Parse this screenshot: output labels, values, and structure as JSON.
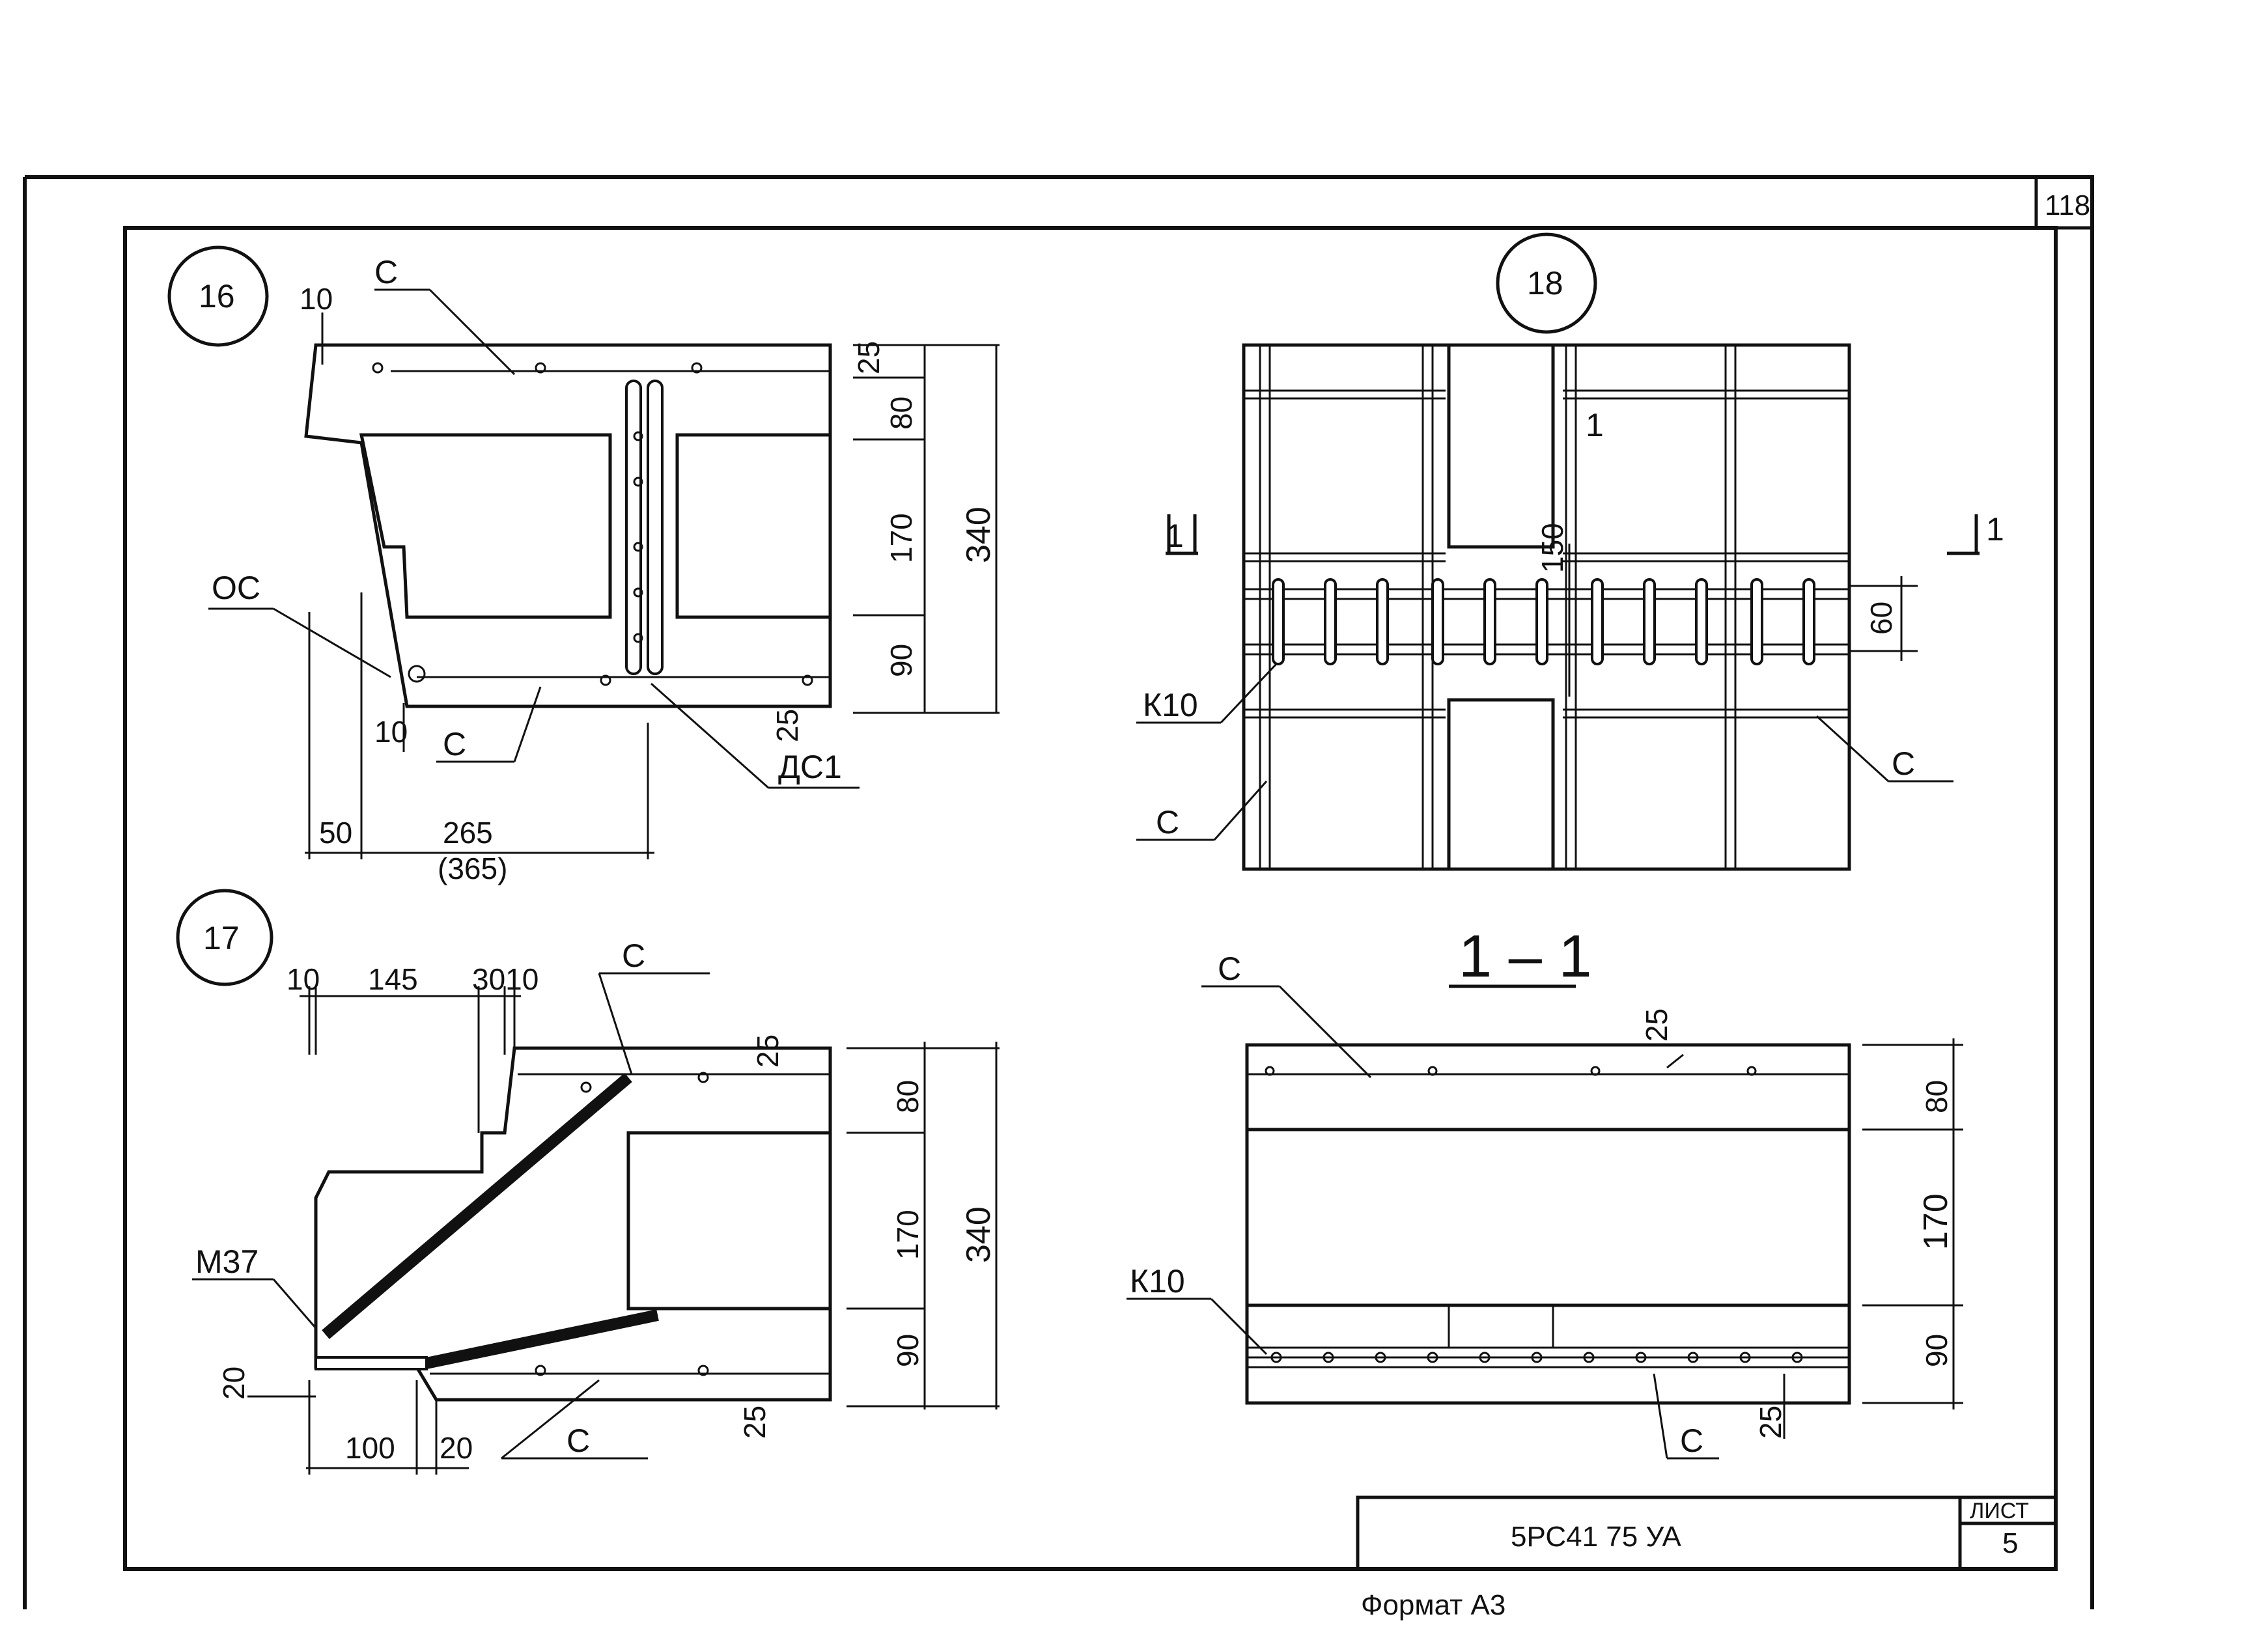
{
  "page_number": "118",
  "details": {
    "d16": {
      "number": "16",
      "labels": {
        "c_top": "C",
        "c_bottom": "C",
        "oc": "ОС",
        "dc1": "ДС1"
      },
      "dims": {
        "d10a": "10",
        "d10b": "10",
        "d25a": "25",
        "d25b": "25",
        "d80": "80",
        "d170": "170",
        "d90": "90",
        "d340": "340",
        "d50": "50",
        "d265": "265",
        "d365": "(365)"
      }
    },
    "d17": {
      "number": "17",
      "labels": {
        "c_top": "C",
        "c_bottom": "C",
        "m37": "М37"
      },
      "dims": {
        "d10": "10",
        "d145": "145",
        "d3010": "3010",
        "d25a": "25",
        "d25b": "25",
        "d80": "80",
        "d170": "170",
        "d90": "90",
        "d340": "340",
        "d20a": "20",
        "d20b": "20",
        "d100": "100"
      }
    },
    "d18": {
      "number": "18",
      "labels": {
        "k10": "К10",
        "c_left": "C",
        "c_right": "C",
        "cut_left": "1",
        "cut_right": "1",
        "cut_top": "1"
      },
      "dims": {
        "d150": "150",
        "d60": "60"
      }
    },
    "s11": {
      "title": "1 – 1",
      "labels": {
        "c_top": "C",
        "k10": "К10",
        "c_bottom": "C"
      },
      "dims": {
        "d25a": "25",
        "d25b": "25",
        "d80": "80",
        "d170": "170",
        "d90": "90"
      }
    }
  },
  "title_block": {
    "designation": "5РС41 75 УА",
    "sheet_label": "ЛИСТ",
    "sheet_number": "5"
  },
  "format_note": "Формат А3"
}
